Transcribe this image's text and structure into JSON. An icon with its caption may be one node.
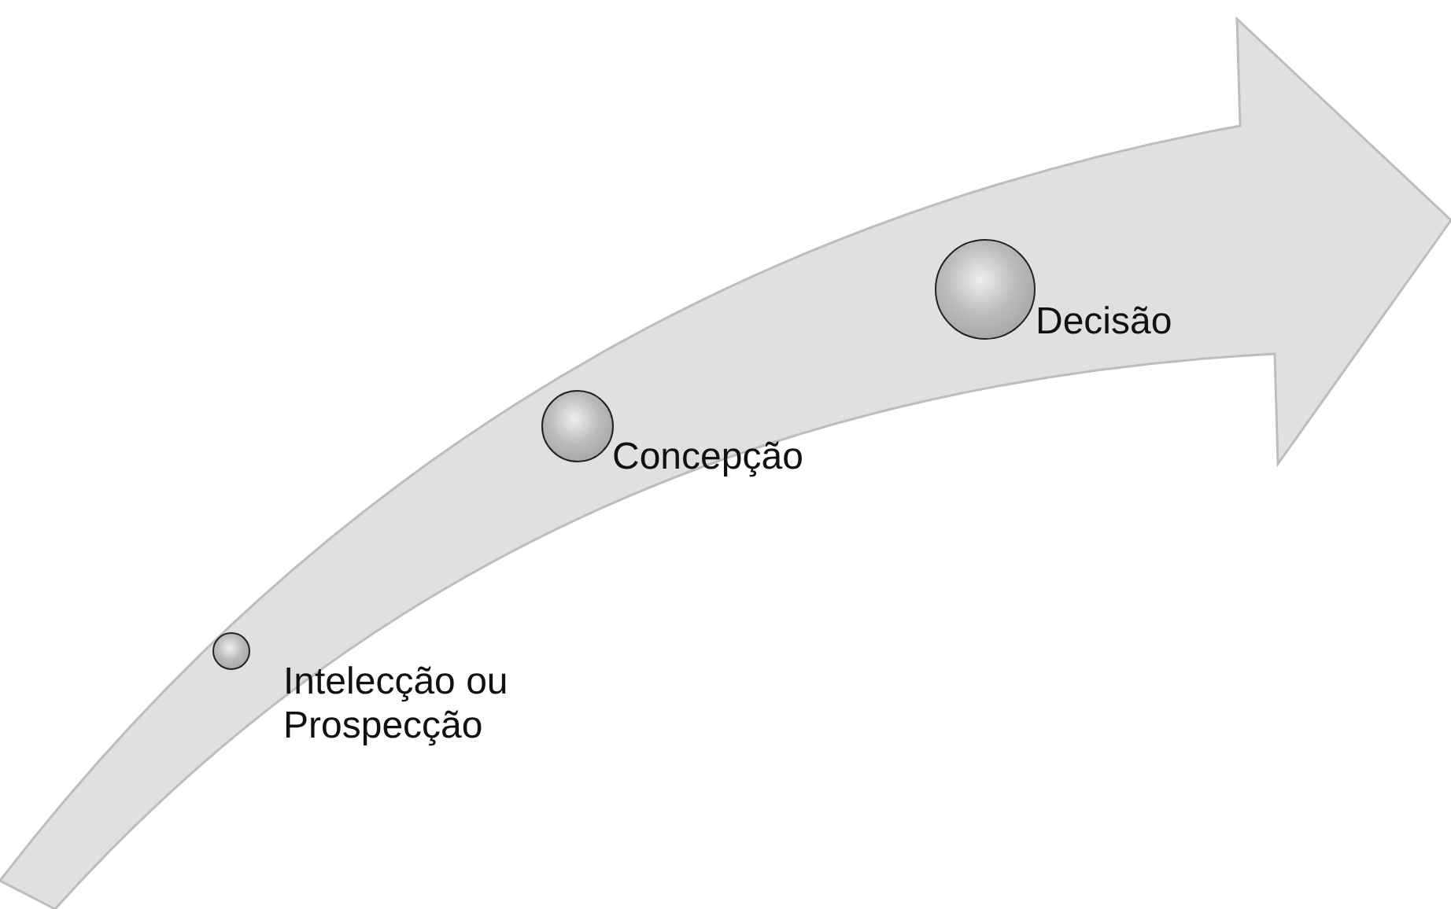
{
  "diagram": {
    "nodes": [
      {
        "text": [],
        "shape": "circle",
        "beside": [
          "Intelecção ou Prospecção"
        ]
      },
      {
        "text": [],
        "shape": "circle",
        "beside": [
          "Concepção"
        ]
      },
      {
        "text": [],
        "shape": "circle",
        "beside": [
          "Decisão"
        ]
      }
    ]
  }
}
